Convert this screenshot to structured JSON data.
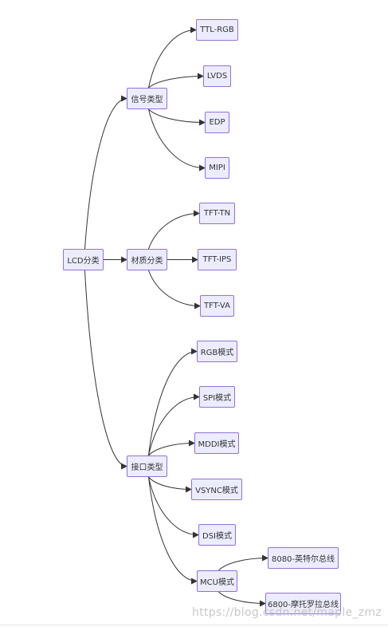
{
  "nodes": {
    "lcd": "LCD分类",
    "signal": "信号类型",
    "ttlrgb": "TTL-RGB",
    "lvds": "LVDS",
    "edp": "EDP",
    "mipi": "MIPI",
    "material": "材质分类",
    "tfttn": "TFT-TN",
    "tftips": "TFT-IPS",
    "tftva": "TFT-VA",
    "interface": "接口类型",
    "rgb": "RGB模式",
    "spi": "SPI模式",
    "mddi": "MDDI模式",
    "vsync": "VSYNC模式",
    "dsi": "DSI模式",
    "mcu": "MCU模式",
    "m8080": "8080-英特尔总线",
    "m6800": "6800-摩托罗拉总线"
  },
  "watermark": "https://blog.csdn.net/maple_zmz",
  "colors": {
    "node_fill": "#ececff",
    "node_border": "#9370db",
    "edge": "#333333"
  }
}
